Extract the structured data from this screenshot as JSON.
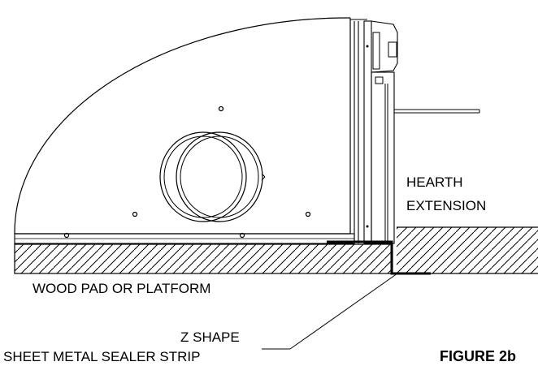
{
  "labels": {
    "hearth_line1": "HEARTH",
    "hearth_line2": "EXTENSION",
    "wood_pad": "WOOD PAD OR PLATFORM",
    "z_shape": "Z SHAPE",
    "sealer_strip": "SHEET METAL SEALER STRIP",
    "figure": "FIGURE 2b"
  },
  "colors": {
    "ink": "#000000",
    "paper": "#ffffff"
  }
}
